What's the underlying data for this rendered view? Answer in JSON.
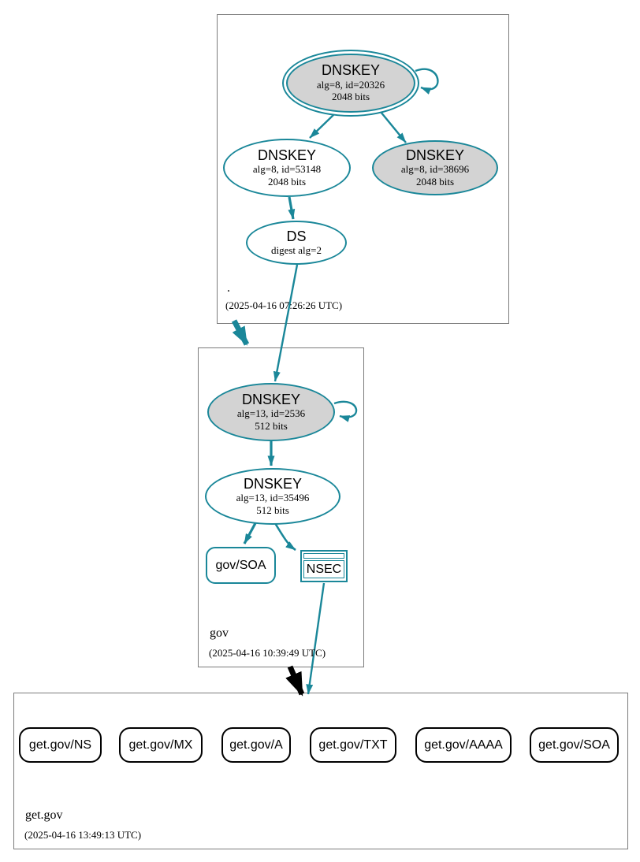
{
  "palette": {
    "teal": "#1a8799",
    "node_fill_gray": "#d3d3d3",
    "node_fill_white": "#ffffff",
    "delegation_insecure": "#000000",
    "zone_box_border": "#7b7b7b"
  },
  "zones": [
    {
      "name": ".",
      "timestamp": "(2025-04-16 07:26:26 UTC)",
      "nodes": {
        "ksk": {
          "title": "DNSKEY",
          "detail1": "alg=8, id=20326",
          "detail2": "2048 bits"
        },
        "zsk": {
          "title": "DNSKEY",
          "detail1": "alg=8, id=53148",
          "detail2": "2048 bits"
        },
        "key3": {
          "title": "DNSKEY",
          "detail1": "alg=8, id=38696",
          "detail2": "2048 bits"
        },
        "ds": {
          "title": "DS",
          "detail1": "digest alg=2"
        }
      }
    },
    {
      "name": "gov",
      "timestamp": "(2025-04-16 10:39:49 UTC)",
      "nodes": {
        "ksk": {
          "title": "DNSKEY",
          "detail1": "alg=13, id=2536",
          "detail2": "512 bits"
        },
        "zsk": {
          "title": "DNSKEY",
          "detail1": "alg=13, id=35496",
          "detail2": "512 bits"
        },
        "soa": {
          "label": "gov/SOA"
        },
        "nsec": {
          "label": "NSEC"
        }
      }
    },
    {
      "name": "get.gov",
      "timestamp": "(2025-04-16 13:49:13 UTC)",
      "rrsets": [
        {
          "label": "get.gov/NS"
        },
        {
          "label": "get.gov/MX"
        },
        {
          "label": "get.gov/A"
        },
        {
          "label": "get.gov/TXT"
        },
        {
          "label": "get.gov/AAAA"
        },
        {
          "label": "get.gov/SOA"
        }
      ]
    }
  ]
}
